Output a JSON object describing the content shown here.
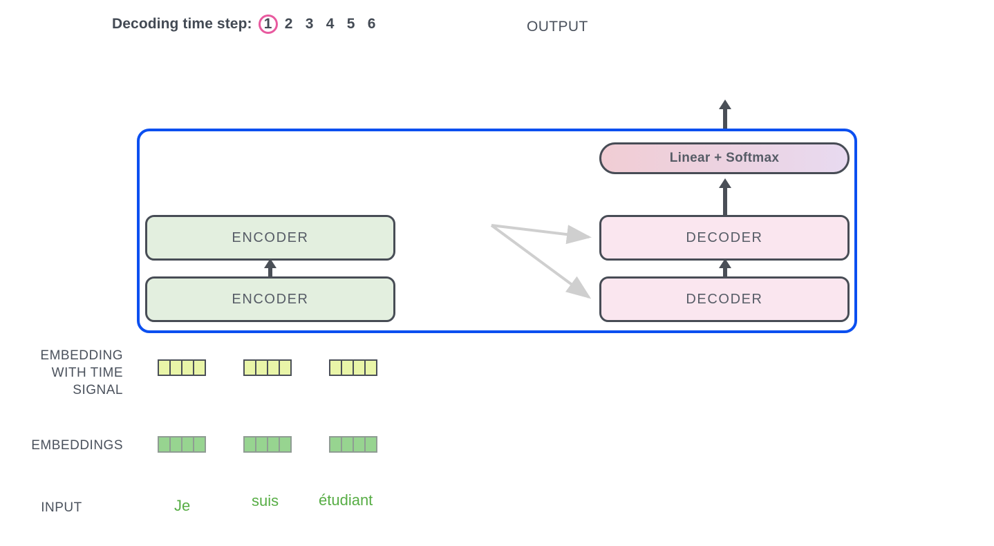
{
  "header": {
    "timestep_label": "Decoding time step:",
    "steps": [
      "1",
      "2",
      "3",
      "4",
      "5",
      "6"
    ],
    "active_step_index": 0,
    "output_label": "OUTPUT",
    "active_circle_color": "#e85a9f"
  },
  "model": {
    "frame_color": "#0b4ff0",
    "softmax": {
      "label": "Linear + Softmax",
      "gradient_from": "#f1cdd4",
      "gradient_to": "#e8daf0"
    },
    "encoders": [
      {
        "label": "ENCODER"
      },
      {
        "label": "ENCODER"
      }
    ],
    "decoders": [
      {
        "label": "DECODER"
      },
      {
        "label": "DECODER"
      }
    ],
    "encoder_color": "#e3efdf",
    "decoder_color": "#fae6ef",
    "block_border_color": "#474c55",
    "connector_arrow_color": "#cfcfcf",
    "flow_arrow_color": "#4a4f57"
  },
  "rows": {
    "embedding_with_time_signal": {
      "label_lines": [
        "EMBEDDING",
        "WITH TIME",
        "SIGNAL"
      ],
      "cell_color": "#e9f5a8",
      "cell_border": "#4a4f57",
      "vectors": [
        {
          "cells": 4
        },
        {
          "cells": 4
        },
        {
          "cells": 4
        }
      ]
    },
    "embeddings": {
      "label": "EMBEDDINGS",
      "cell_color": "#97d490",
      "cell_border": "#8f9c93",
      "vectors": [
        {
          "cells": 4
        },
        {
          "cells": 4
        },
        {
          "cells": 4
        }
      ]
    },
    "input": {
      "label": "INPUT",
      "word_color": "#57ad45",
      "words": [
        "Je",
        "suis",
        "étudiant"
      ]
    }
  }
}
